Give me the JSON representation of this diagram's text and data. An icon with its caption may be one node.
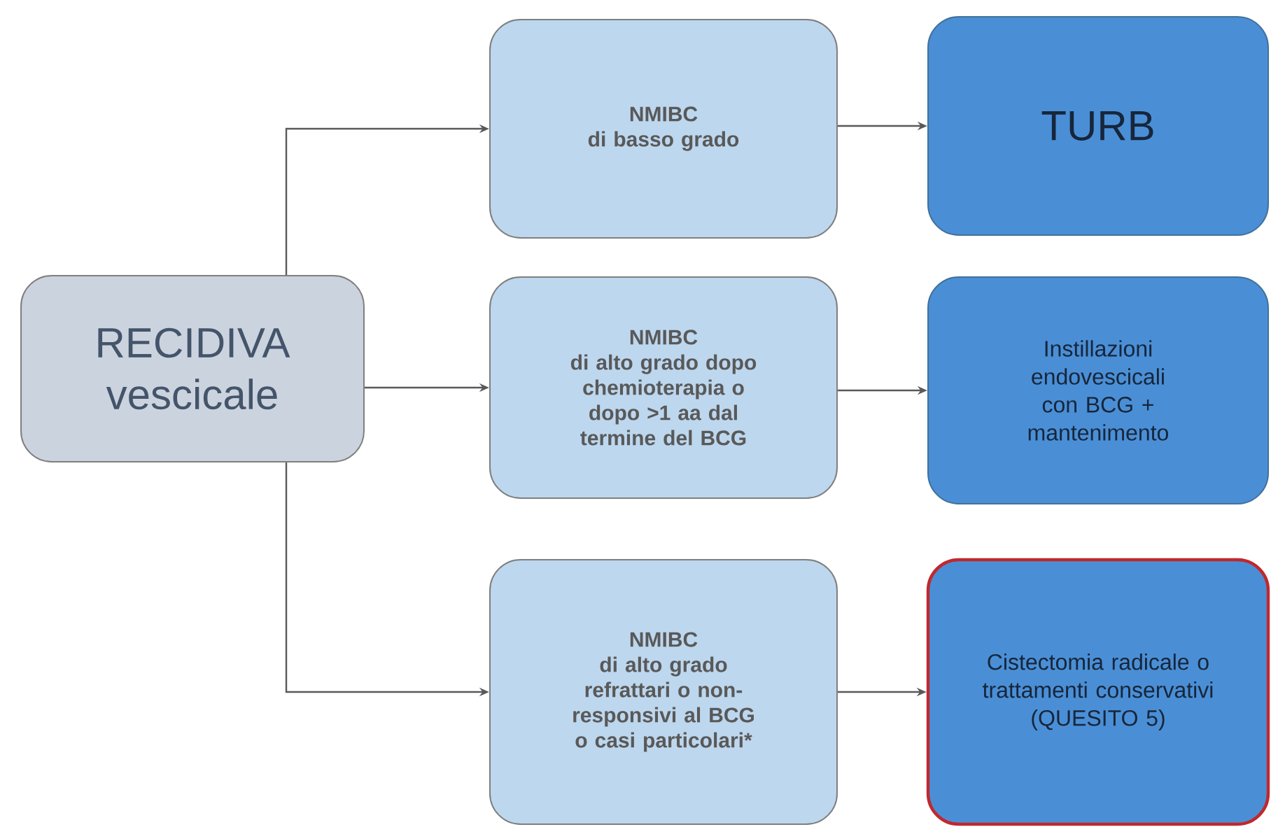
{
  "diagram": {
    "nodes": [
      {
        "text": [
          "RECIDIVA vescicale"
        ]
      },
      {
        "text": [
          "NMIBC",
          "di basso grado"
        ]
      },
      {
        "text": [
          "TURB"
        ]
      },
      {
        "text": [
          "NMIBC",
          "di alto grado dopo chemioterapia o dopo >1 aa dal termine del BCG"
        ]
      },
      {
        "text": [
          "Instillazioni endovescicali con BCG + mantenimento"
        ]
      },
      {
        "text": [
          "NMIBC",
          "di alto grado refrattari o non-responsivi al BCG o casi particolari*"
        ]
      },
      {
        "text": [
          "Cistectomia radicale o trattamenti conservativi (QUESITO 5)"
        ]
      }
    ],
    "edges": [
      {
        "from": 0,
        "to": 1,
        "arrow": "to"
      },
      {
        "from": 1,
        "to": 2,
        "arrow": "to"
      },
      {
        "from": 0,
        "to": 3,
        "arrow": "to"
      },
      {
        "from": 3,
        "to": 4,
        "arrow": "to"
      },
      {
        "from": 0,
        "to": 5,
        "arrow": "to"
      },
      {
        "from": 5,
        "to": 6,
        "arrow": "to"
      }
    ]
  }
}
